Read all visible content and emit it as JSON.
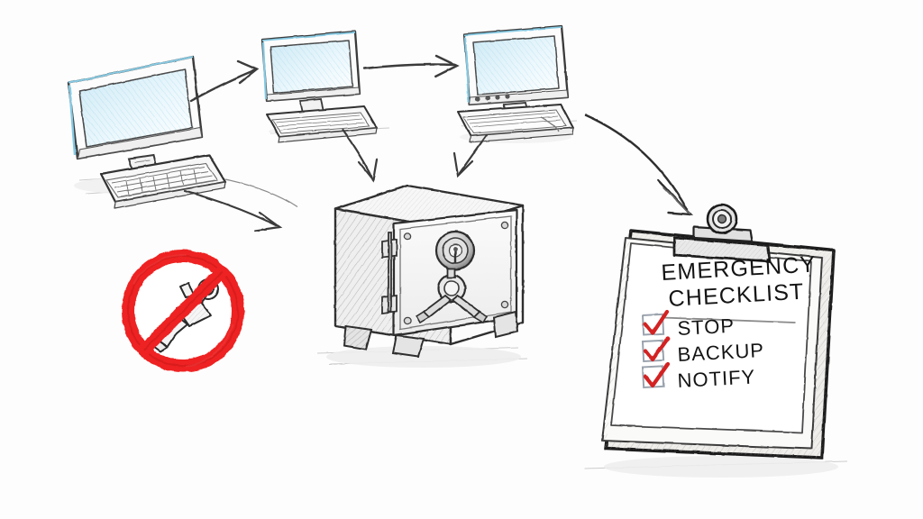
{
  "illustration": {
    "title": "Emergency data protection workflow sketch",
    "style": "hand-drawn pencil sketch",
    "background_color": "#fdfdfd",
    "palette": {
      "pencil_dark": "#2b2b2b",
      "pencil_mid": "#555555",
      "pencil_light": "#9a9a9a",
      "screen_blue": "#9fd6ea",
      "screen_blue_light": "#d7eef7",
      "alert_red": "#ee2424",
      "check_red": "#d32020",
      "paper_white": "#ffffff",
      "shadow_gray": "#e3e3e3"
    }
  },
  "nodes": {
    "computer_1": {
      "name": "Computer 1",
      "icon": "desktop-computer-icon"
    },
    "computer_2": {
      "name": "Computer 2",
      "icon": "desktop-computer-icon"
    },
    "computer_3": {
      "name": "Computer 3",
      "icon": "desktop-computer-icon"
    },
    "safe": {
      "name": "Safe",
      "icon": "safe-vault-icon"
    },
    "prohibition": {
      "name": "No water valve",
      "icon": "prohibition-sign-icon",
      "inner_icon": "faucet-valve-icon"
    },
    "clipboard": {
      "name": "Emergency checklist clipboard",
      "icon": "clipboard-icon"
    }
  },
  "arrows": [
    {
      "id": "arrow-c1-c2",
      "from": "computer_1",
      "to": "computer_2"
    },
    {
      "id": "arrow-c2-c3",
      "from": "computer_2",
      "to": "computer_3"
    },
    {
      "id": "arrow-c1-safe",
      "from": "computer_1",
      "to": "safe"
    },
    {
      "id": "arrow-c2-safe",
      "from": "computer_2",
      "to": "safe"
    },
    {
      "id": "arrow-c3-safe",
      "from": "computer_3",
      "to": "safe"
    },
    {
      "id": "arrow-c3-clipboard",
      "from": "computer_3",
      "to": "clipboard"
    }
  ],
  "checklist": {
    "title_line_1": "EMERGENCY",
    "title_line_2": "CHECKLIST",
    "items": [
      {
        "label": "STOP",
        "checked": true
      },
      {
        "label": "BACKUP",
        "checked": true
      },
      {
        "label": "NOTIFY",
        "checked": true
      }
    ]
  }
}
